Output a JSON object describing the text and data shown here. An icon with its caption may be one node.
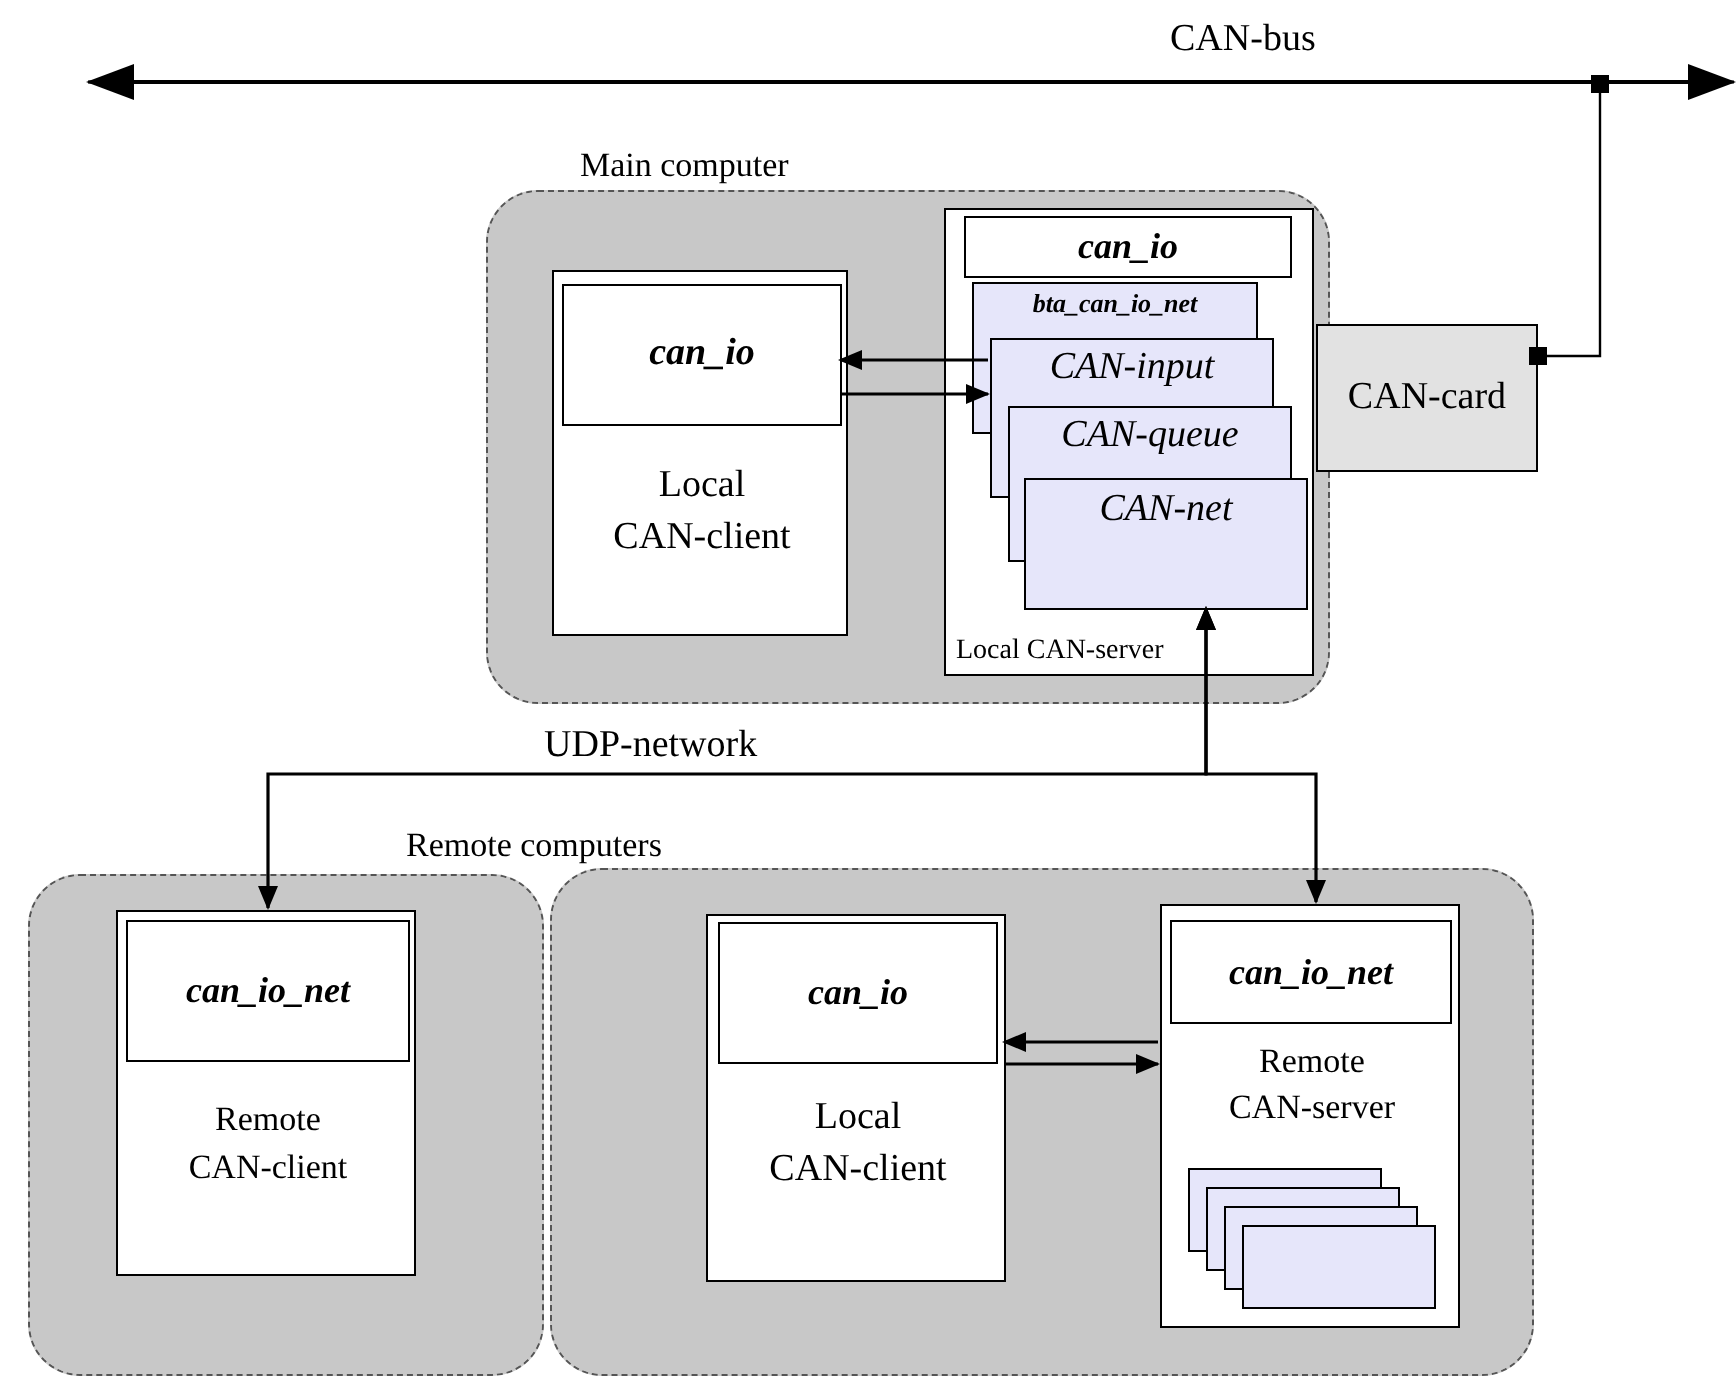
{
  "diagram": {
    "nodes": [
      {
        "text": [
          "CAN-bus"
        ]
      },
      {
        "text": [
          "Main computer"
        ]
      },
      {
        "text": [
          "Local CAN-client"
        ],
        "in": 1
      },
      {
        "text": [
          "can_io"
        ],
        "in": 2
      },
      {
        "text": [
          "Local CAN-server"
        ],
        "in": 1
      },
      {
        "text": [
          "can_io"
        ],
        "in": 4
      },
      {
        "text": [
          "bta_can_io_net"
        ],
        "in": 4
      },
      {
        "text": [
          "CAN-input"
        ],
        "in": 4
      },
      {
        "text": [
          "CAN-queue"
        ],
        "in": 4
      },
      {
        "text": [
          "CAN-net"
        ],
        "in": 4
      },
      {
        "text": [
          "CAN-card"
        ]
      },
      {
        "text": [],
        "shape": "box"
      },
      {
        "text": [
          "Remote CAN-client"
        ],
        "in": 11
      },
      {
        "text": [
          "can_io_net"
        ],
        "in": 12
      },
      {
        "text": [],
        "shape": "box"
      },
      {
        "text": [
          "Local CAN-client"
        ],
        "in": 14
      },
      {
        "text": [
          "can_io"
        ],
        "in": 15
      },
      {
        "text": [
          "Remote CAN-server"
        ],
        "in": 14
      },
      {
        "text": [
          "can_io_net"
        ],
        "in": 17
      },
      {
        "text": [],
        "shape": "picture",
        "in": 17
      }
    ],
    "edges": [
      {
        "from": 0,
        "to": null,
        "arrow": "to"
      },
      {
        "from": 0,
        "to": null,
        "arrow": "to"
      },
      {
        "from": 10,
        "to": 0,
        "arrow": "other"
      },
      {
        "from": 7,
        "to": 3,
        "arrow": "to"
      },
      {
        "from": 3,
        "to": 7,
        "arrow": "to"
      },
      {
        "from": 9,
        "to": 12,
        "arrow": "both",
        "label": "UDP-network"
      },
      {
        "from": 9,
        "to": 17,
        "arrow": "both"
      },
      {
        "from": 17,
        "to": 15,
        "arrow": "to"
      },
      {
        "from": 15,
        "to": 17,
        "arrow": "to"
      }
    ],
    "labels": [
      "Remote computers"
    ]
  }
}
